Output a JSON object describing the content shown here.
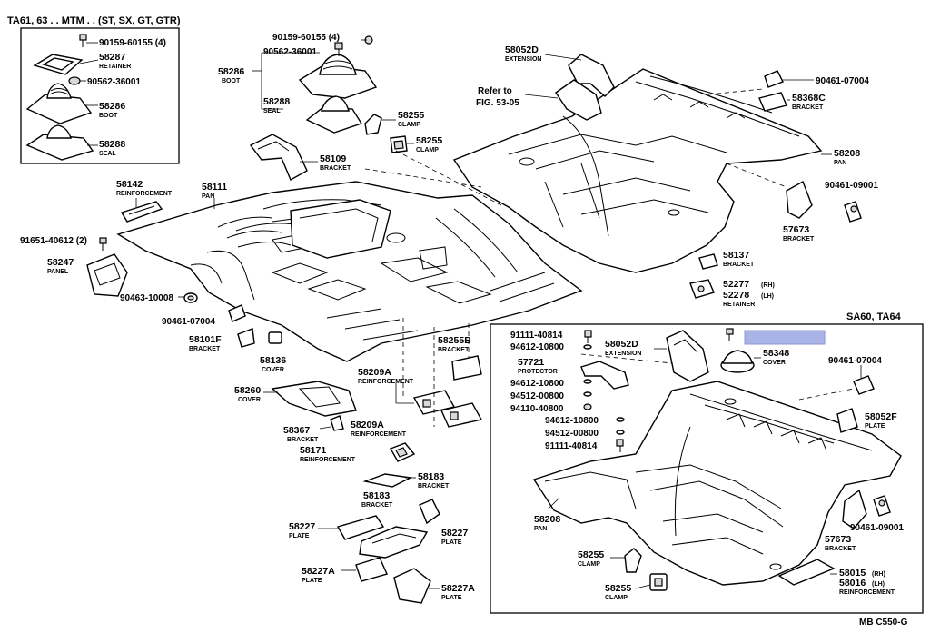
{
  "header_left": "TA61, 63 . . MTM . . (ST, SX, GT, GTR)",
  "header_right": "SA60, TA64",
  "footer_code": "MB  C550-G",
  "highlight_color": "#a9b3e6",
  "callouts": {
    "c_90159_inset": {
      "pn": "90159-60155 (4)",
      "name": ""
    },
    "c_58287": {
      "pn": "58287",
      "name": "RETAINER"
    },
    "c_90562_inset": {
      "pn": "90562-36001",
      "name": ""
    },
    "c_58286_inset": {
      "pn": "58286",
      "name": "BOOT"
    },
    "c_58288_inset": {
      "pn": "58288",
      "name": "SEAL"
    },
    "c_90159_top": {
      "pn": "90159-60155 (4)",
      "name": ""
    },
    "c_90562_top": {
      "pn": "90562-36001",
      "name": ""
    },
    "c_58286_top": {
      "pn": "58286",
      "name": "BOOT"
    },
    "c_58288_top": {
      "pn": "58288",
      "name": "SEAL"
    },
    "c_58255_a": {
      "pn": "58255",
      "name": "CLAMP"
    },
    "c_58255_b": {
      "pn": "58255",
      "name": "CLAMP"
    },
    "c_58109": {
      "pn": "58109",
      "name": "BRACKET"
    },
    "c_58142": {
      "pn": "58142",
      "name": "REINFORCEMENT"
    },
    "c_58111": {
      "pn": "58111",
      "name": "PAN"
    },
    "c_91651": {
      "pn": "91651-40612 (2)",
      "name": ""
    },
    "c_58247": {
      "pn": "58247",
      "name": "PANEL"
    },
    "c_90463": {
      "pn": "90463-10008",
      "name": ""
    },
    "c_90461_07004_l": {
      "pn": "90461-07004",
      "name": ""
    },
    "c_58101F": {
      "pn": "58101F",
      "name": "BRACKET"
    },
    "c_58136": {
      "pn": "58136",
      "name": "COVER"
    },
    "c_58260": {
      "pn": "58260",
      "name": "COVER"
    },
    "c_58209A_a": {
      "pn": "58209A",
      "name": "REINFORCEMENT"
    },
    "c_58209A_b": {
      "pn": "58209A",
      "name": "REINFORCEMENT"
    },
    "c_58255B": {
      "pn": "58255B",
      "name": "BRACKET"
    },
    "c_58367": {
      "pn": "58367",
      "name": "BRACKET"
    },
    "c_58171": {
      "pn": "58171",
      "name": "REINFORCEMENT"
    },
    "c_58183_a": {
      "pn": "58183",
      "name": "BRACKET"
    },
    "c_58183_b": {
      "pn": "58183",
      "name": "BRACKET"
    },
    "c_58227_a": {
      "pn": "58227",
      "name": "PLATE"
    },
    "c_58227_b": {
      "pn": "58227",
      "name": "PLATE"
    },
    "c_58227A_a": {
      "pn": "58227A",
      "name": "PLATE"
    },
    "c_58227A_b": {
      "pn": "58227A",
      "name": "PLATE"
    },
    "c_58052D_top": {
      "pn": "58052D",
      "name": "EXTENSION"
    },
    "c_refer": {
      "pn": "Refer to",
      "name": "FIG. 53-05"
    },
    "c_90461_07004_r": {
      "pn": "90461-07004",
      "name": ""
    },
    "c_58368C": {
      "pn": "58368C",
      "name": "BRACKET"
    },
    "c_58208_top": {
      "pn": "58208",
      "name": "PAN"
    },
    "c_90461_09001_top": {
      "pn": "90461-09001",
      "name": ""
    },
    "c_57673_top": {
      "pn": "57673",
      "name": "BRACKET"
    },
    "c_58137": {
      "pn": "58137",
      "name": "BRACKET"
    },
    "c_52277": {
      "pn": "52277",
      "name": "(RH)"
    },
    "c_52278": {
      "pn": "52278",
      "name": "(LH)"
    },
    "c_retainer": {
      "pn": "",
      "name": "RETAINER"
    },
    "c_91111_a": {
      "pn": "91111-40814",
      "name": ""
    },
    "c_94612_a": {
      "pn": "94612-10800",
      "name": ""
    },
    "c_58052D_bot": {
      "pn": "58052D",
      "name": "EXTENSION"
    },
    "c_58348": {
      "pn": "58348",
      "name": "COVER"
    },
    "c_57721": {
      "pn": "57721",
      "name": "PROTECTOR"
    },
    "c_94612_b": {
      "pn": "94612-10800",
      "name": ""
    },
    "c_94512_a": {
      "pn": "94512-00800",
      "name": ""
    },
    "c_94110": {
      "pn": "94110-40800",
      "name": ""
    },
    "c_94612_c": {
      "pn": "94612-10800",
      "name": ""
    },
    "c_94512_b": {
      "pn": "94512-00800",
      "name": ""
    },
    "c_91111_b": {
      "pn": "91111-40814",
      "name": ""
    },
    "c_90461_07004_b": {
      "pn": "90461-07004",
      "name": ""
    },
    "c_58052F": {
      "pn": "58052F",
      "name": "PLATE"
    },
    "c_58208_bot": {
      "pn": "58208",
      "name": "PAN"
    },
    "c_57673_bot": {
      "pn": "57673",
      "name": "BRACKET"
    },
    "c_90461_09001_bot": {
      "pn": "90461-09001",
      "name": ""
    },
    "c_58255_c": {
      "pn": "58255",
      "name": "CLAMP"
    },
    "c_58255_d": {
      "pn": "58255",
      "name": "CLAMP"
    },
    "c_58015": {
      "pn": "58015",
      "name": "(RH)"
    },
    "c_58016": {
      "pn": "58016",
      "name": "(LH)"
    },
    "c_reinf_bot": {
      "pn": "",
      "name": "REINFORCEMENT"
    }
  }
}
